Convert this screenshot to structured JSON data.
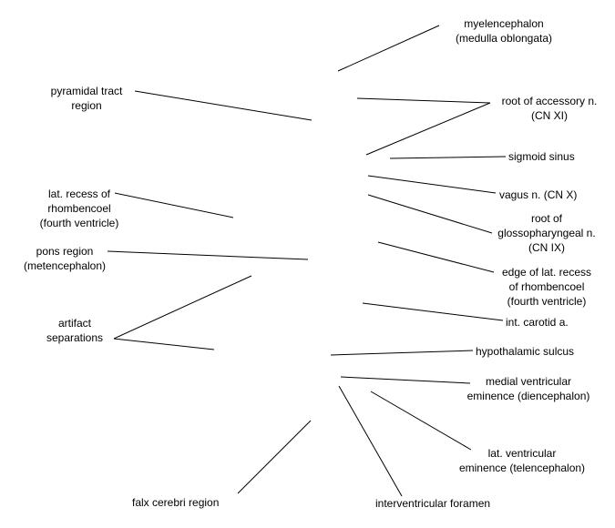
{
  "labels": {
    "myelencephalon": "myelencephalon\n(medulla oblongata)",
    "pyramidal_tract": "pyramidal tract\nregion",
    "root_accessory": "root of accessory n.\n(CN XI)",
    "sigmoid_sinus": "sigmoid sinus",
    "vagus": "vagus n. (CN X)",
    "lat_recess": "lat. recess of\nrhombencoel\n(fourth ventricle)",
    "root_glossopharyngeal": "root of\nglossopharyngeal n.\n(CN IX)",
    "pons_region": "pons region\n(metencephalon)",
    "edge_lat_recess": "edge of lat. recess\nof rhombencoel\n(fourth ventricle)",
    "artifact": "artifact\nseparations",
    "int_carotid": "int. carotid a.",
    "hypothalamic_sulcus": "hypothalamic sulcus",
    "medial_ventricular": "medial ventricular\neminence (diencephalon)",
    "lat_ventricular": "lat. ventricular\neminence (telencephalon)",
    "falx_cerebri": "falx cerebri region",
    "interventricular_foramen": "interventricular foramen"
  }
}
